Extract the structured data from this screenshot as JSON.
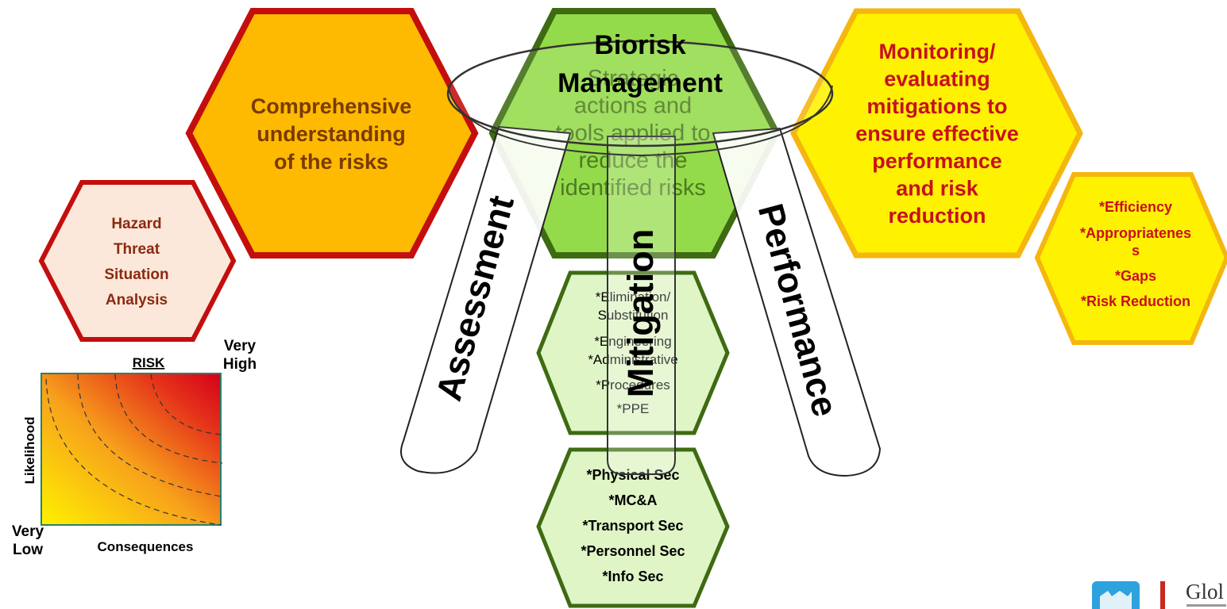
{
  "colors": {
    "assessment_fill": "#FDBA00",
    "assessment_stroke": "#C40E0E",
    "assessment_text": "#7A3A00",
    "hazard_fill": "#FCE8DA",
    "hazard_text": "#8A2A10",
    "management_fill": "#94DB4B",
    "management_stroke": "#3E6B12",
    "management_text": "#4E7A22",
    "mitigation_fill": "#DFF5C6",
    "performance_fill": "#FFF200",
    "performance_stroke": "#F4B60F",
    "performance_text": "#C8101E",
    "logo_blue": "#2EA2DC"
  },
  "assessment": {
    "main": [
      "Comprehensive",
      "understanding",
      "of the risks"
    ],
    "sub": [
      "Hazard",
      "Threat",
      "Situation",
      "Analysis"
    ]
  },
  "management": {
    "title": [
      "Biorisk",
      "Management"
    ],
    "body": [
      "Strategic",
      "actions and",
      "tools applied to",
      "reduce the",
      "identified risks"
    ]
  },
  "mitigation": {
    "upper": [
      "*Elimination/",
      "Substitution",
      "*Engineering",
      "*Administrative",
      "*Procedures",
      "*PPE"
    ],
    "lower": [
      "*Physical Sec",
      "*MC&A",
      "*Transport Sec",
      "*Personnel Sec",
      "*Info Sec"
    ]
  },
  "performance": {
    "main": [
      "Monitoring/",
      "evaluating",
      "mitigations to",
      "ensure effective",
      "performance",
      "and risk",
      "reduction"
    ],
    "sub": [
      "*Efficiency",
      "*Appropriatenes",
      "s",
      "*Gaps",
      "*Risk Reduction"
    ]
  },
  "stool_legs": {
    "left": "Assessment",
    "middle": "Mitigation",
    "right": "Performance"
  },
  "risk_chart": {
    "title": "RISK",
    "ylabel": "Likelihood",
    "xlabel": "Consequences",
    "very_high": [
      "Very",
      "High"
    ],
    "very_low": [
      "Very",
      "Low"
    ]
  },
  "logo": {
    "text": "Glol",
    "icon": "globe-logo-icon"
  }
}
